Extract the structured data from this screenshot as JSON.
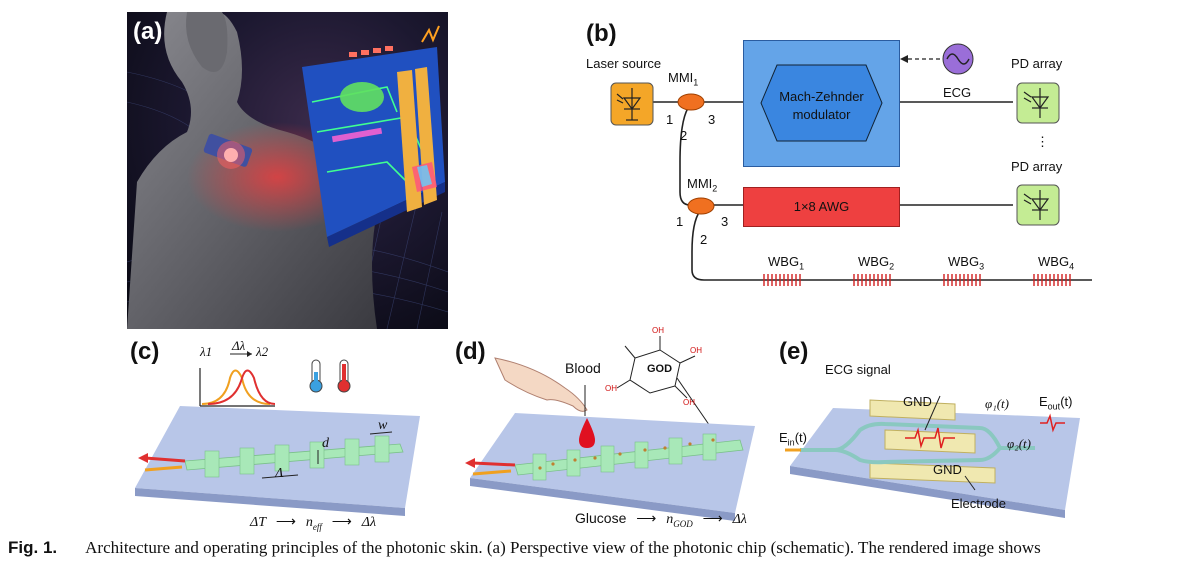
{
  "panels": {
    "a": {
      "label": "(a)"
    },
    "b": {
      "label": "(b)",
      "laser_source": "Laser source",
      "mmi1_base": "MMI",
      "mmi1_sub": "1",
      "mmi2_base": "MMI",
      "mmi2_sub": "2",
      "port1": "1",
      "port2": "2",
      "port3": "3",
      "mzm_line1": "Mach-Zehnder",
      "mzm_line2": "modulator",
      "ecg": "ECG",
      "pd_array_top": "PD array",
      "pd_array_bottom": "PD array",
      "ellipsis": "⋮",
      "awg": "1×8 AWG",
      "wbg_base": "WBG",
      "wbg_subs": [
        "1",
        "2",
        "3",
        "4"
      ]
    },
    "c": {
      "label": "(c)",
      "lambda1": "λ1",
      "delta_lambda": "Δλ",
      "lambda2": "λ2",
      "lattice": "Λ",
      "d": "d",
      "w": "w",
      "eq_dT": "ΔT",
      "eq_arrow": "⟶",
      "eq_neff": "n",
      "eq_neff_sub": "eff",
      "eq_dl": "Δλ"
    },
    "d": {
      "label": "(d)",
      "blood": "Blood",
      "god": "GOD",
      "oh": "OH",
      "glucose": "Glucose",
      "eq_arrow": "⟶",
      "eq_n": "n",
      "eq_n_sub": "GOD",
      "eq_dl": "Δλ"
    },
    "e": {
      "label": "(e)",
      "ecg_signal": "ECG signal",
      "gnd_top": "GND",
      "gnd_bottom": "GND",
      "phi1": "φ₁(t)",
      "phi2": "φ₂(t)",
      "ein_base": "E",
      "ein_sub": "in",
      "ein_tail": "(t)",
      "eout_base": "E",
      "eout_sub": "out",
      "eout_tail": "(t)",
      "electrode": "Electrode"
    }
  },
  "caption": {
    "fig_label": "Fig. 1.",
    "text": "Architecture and operating principles of the photonic skin. (a) Perspective view of the photonic chip (schematic). The rendered image shows"
  }
}
